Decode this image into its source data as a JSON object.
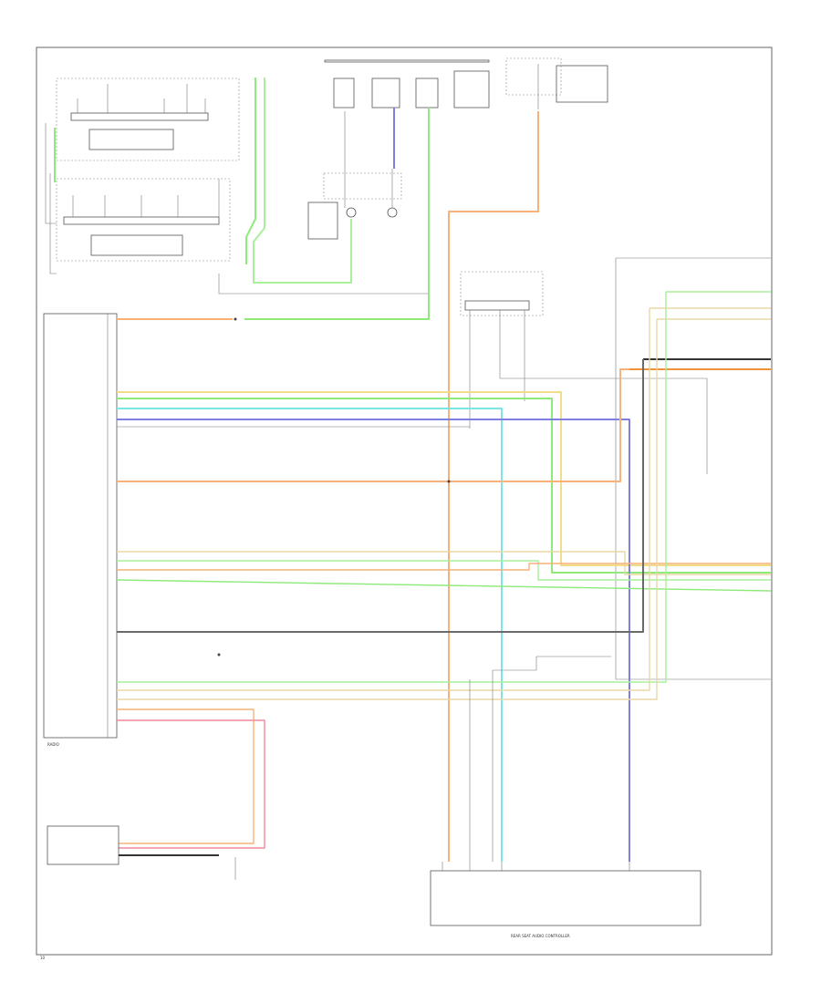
{
  "page": {
    "footer_code": "10"
  },
  "colors": {
    "orange": "#f6b27a",
    "orange_dark": "#f0923a",
    "green": "#8fea7c",
    "green_light": "#a8f09a",
    "blue": "#7f7fe0",
    "cyan": "#7ee4e6",
    "yellow": "#f2dc8a",
    "tan": "#ead7a6",
    "gray": "#6a6a6a",
    "black": "#333333",
    "pink": "#f08a9a",
    "light": "#bdbdbd"
  },
  "components": {
    "radio_label": "RADIO",
    "rear_hvac_label": "REAR SEAT AUDIO CONTROLLER"
  }
}
